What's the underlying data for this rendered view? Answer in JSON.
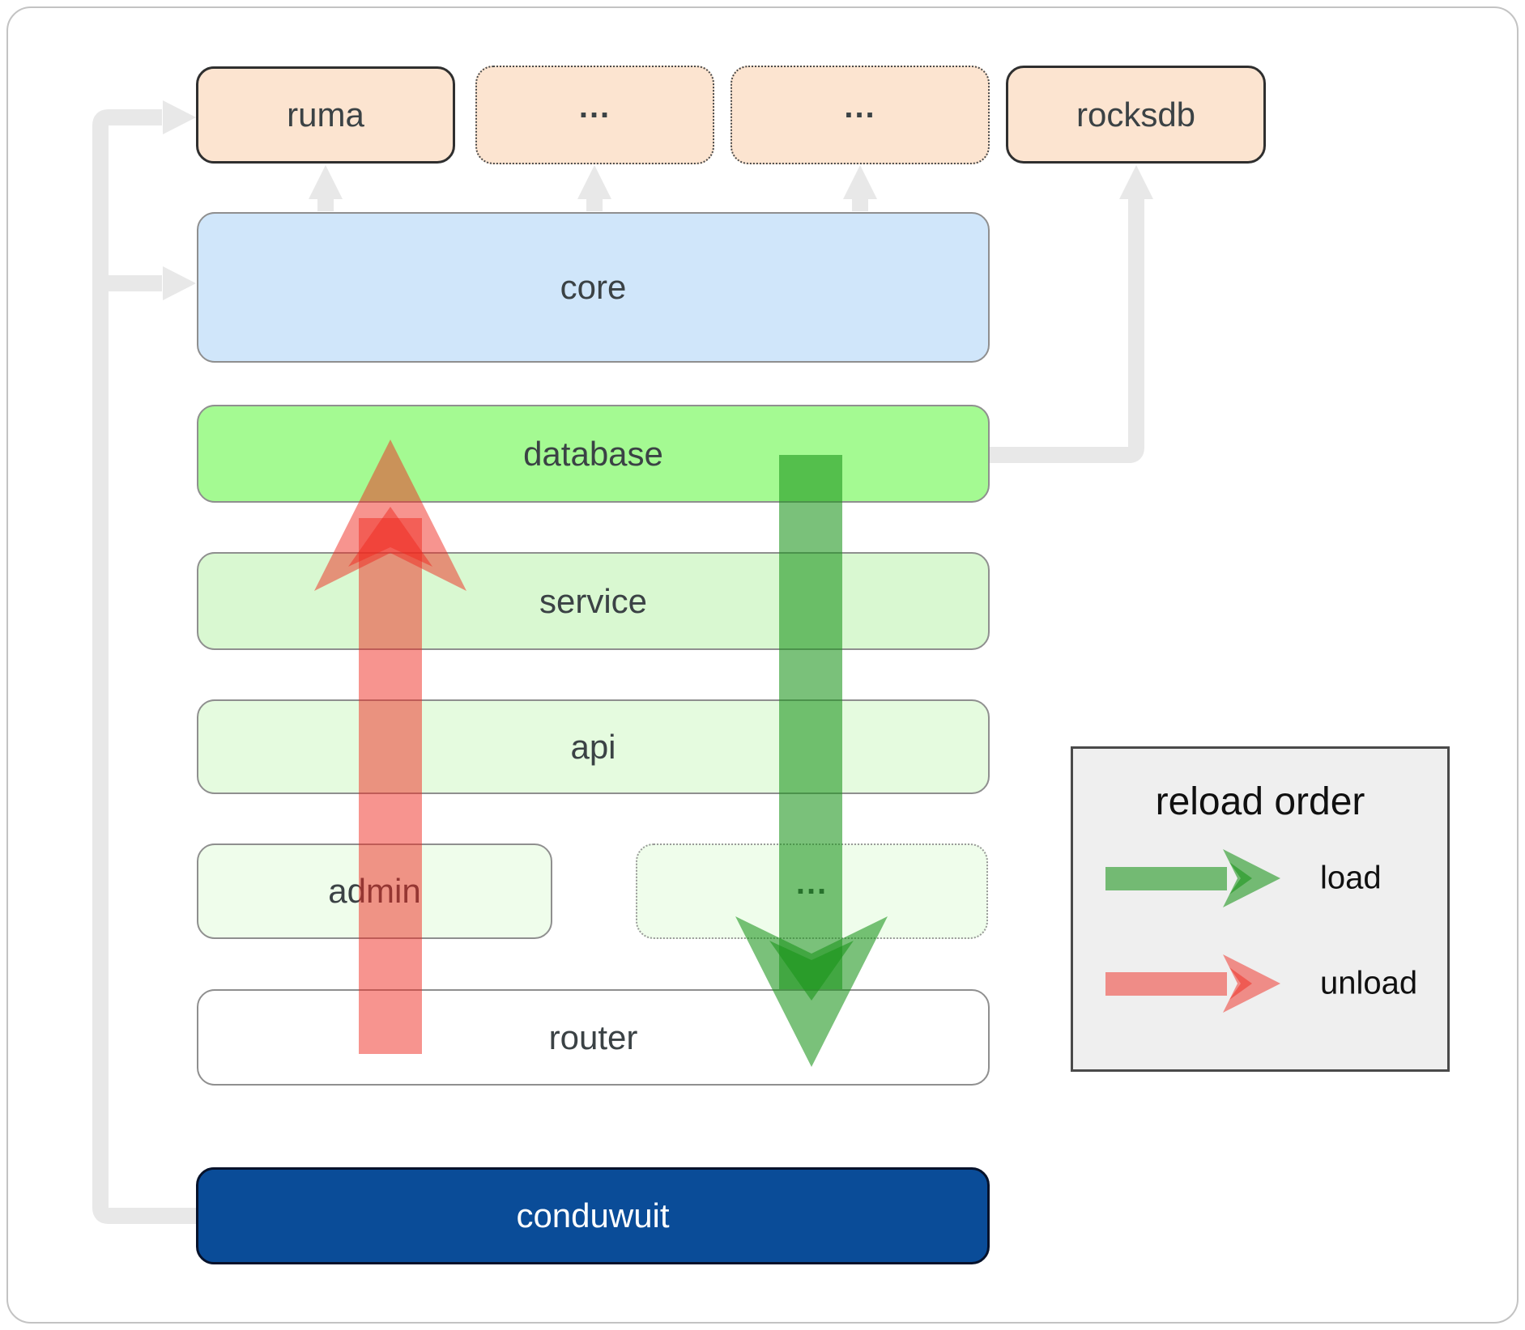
{
  "boxes": {
    "ruma": {
      "label": "ruma"
    },
    "ellipsis_a": {
      "label": "..."
    },
    "ellipsis_b": {
      "label": "..."
    },
    "rocksdb": {
      "label": "rocksdb"
    },
    "core": {
      "label": "core"
    },
    "database": {
      "label": "database"
    },
    "service": {
      "label": "service"
    },
    "api": {
      "label": "api"
    },
    "admin": {
      "label": "admin"
    },
    "ellipsis_c": {
      "label": "..."
    },
    "router": {
      "label": "router"
    },
    "conduwuit": {
      "label": "conduwuit"
    }
  },
  "legend": {
    "title": "reload order",
    "load_label": "load",
    "unload_label": "unload"
  },
  "colors": {
    "peach": "#fce4d0",
    "core_blue": "#d0e6fa",
    "database_green": "#a4fa92",
    "service_green": "#d9f8d1",
    "api_green": "#e5fbdf",
    "admin_green": "#effdeb",
    "router_white": "#ffffff",
    "conduwuit_blue": "#0a4c98",
    "connector_gray": "#e8e8e8",
    "load_green": "#199419",
    "unload_red": "#f02920",
    "legend_bg": "#efefef"
  }
}
